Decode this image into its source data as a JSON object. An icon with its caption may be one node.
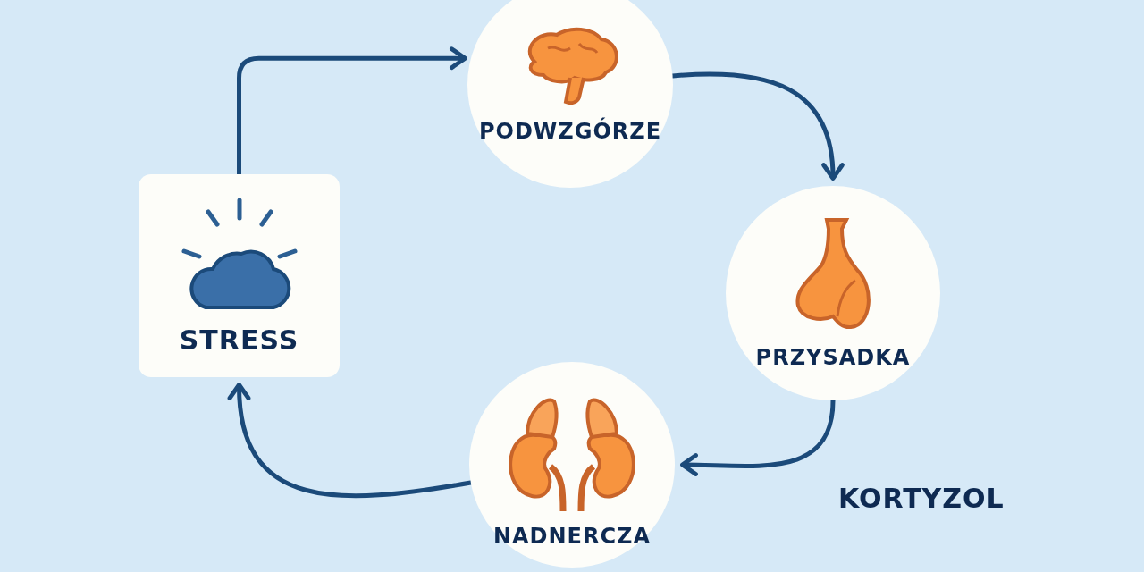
{
  "diagram": {
    "nodes": [
      {
        "text": [
          "STRESS"
        ]
      },
      {
        "text": [
          "PODWZGÓRZE"
        ]
      },
      {
        "text": [
          "PRZYSADKA"
        ]
      },
      {
        "text": [
          "NADNERCZA"
        ]
      }
    ],
    "edges": [
      {
        "from": 0,
        "to": 1,
        "arrow": "to"
      },
      {
        "from": 1,
        "to": 2,
        "arrow": "to"
      },
      {
        "from": 2,
        "to": 3,
        "arrow": "to"
      },
      {
        "from": 3,
        "to": 0,
        "arrow": "to"
      }
    ],
    "labels": [
      "KORTYZOL"
    ]
  }
}
